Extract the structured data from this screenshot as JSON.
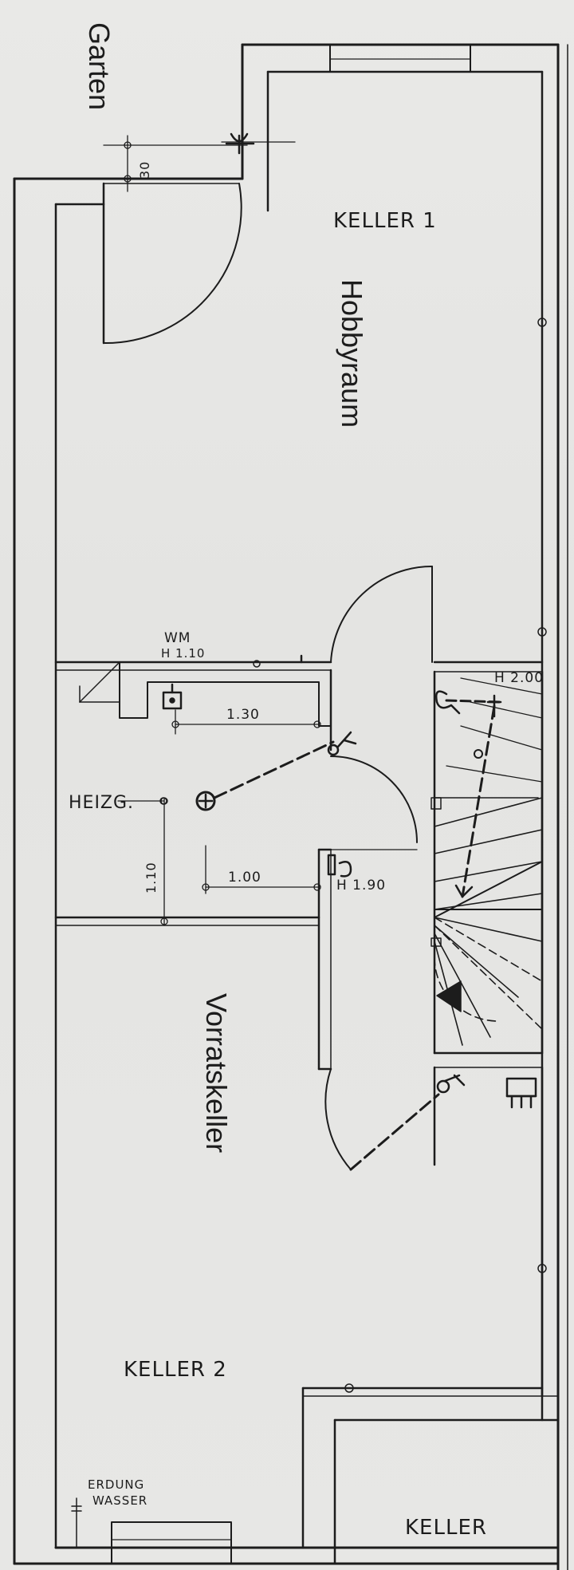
{
  "plan": {
    "overlay_labels": {
      "garden": "Garten",
      "hobby_room": "Hobbyraum",
      "storage_cellar": "Vorratskeller"
    },
    "rooms": {
      "keller1": "KELLER 1",
      "keller2": "KELLER 2",
      "keller_neighbour": "KELLER",
      "heating": "HEIZG."
    },
    "annotations": {
      "washing_machine": "WM",
      "wm_height": "H 1.10",
      "dim_30": "30",
      "dim_130": "1.30",
      "dim_100": "1.00",
      "dim_110": "1.10",
      "height_190": "H 1.90",
      "height_200": "H 2.00",
      "earthing_line1": "ERDUNG",
      "earthing_line2": "WASSER"
    },
    "symbols": [
      "outdoor-tap-icon",
      "socket-icon",
      "light-switch-icon",
      "heating-outlet-icon",
      "distribution-board-icon",
      "wall-outlet-icon"
    ],
    "colors": {
      "paper": "#e6e6e4",
      "ink": "#1c1c1c"
    }
  }
}
